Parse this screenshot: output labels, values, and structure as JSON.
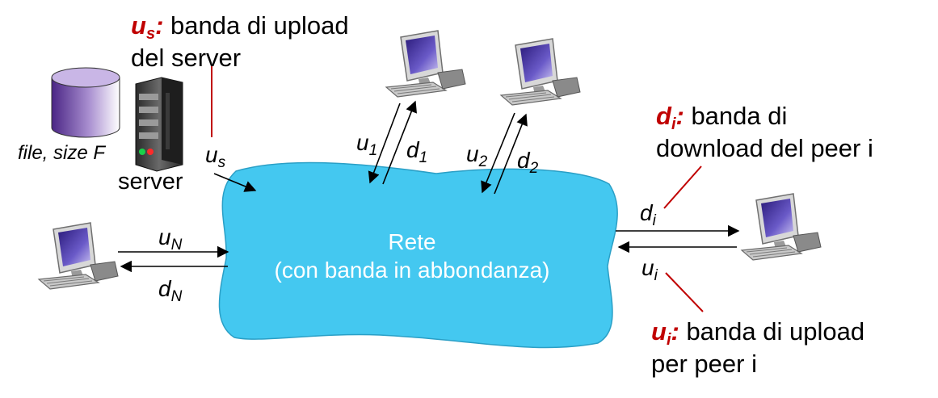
{
  "network": {
    "line1": "Rete",
    "line2": "(con banda in abbondanza)"
  },
  "server": {
    "label": "server",
    "file_label": "file, size F"
  },
  "links": {
    "us": {
      "sym": "u",
      "sub": "s"
    },
    "u1": {
      "sym": "u",
      "sub": "1"
    },
    "d1": {
      "sym": "d",
      "sub": "1"
    },
    "u2": {
      "sym": "u",
      "sub": "2"
    },
    "d2": {
      "sym": "d",
      "sub": "2"
    },
    "uN": {
      "sym": "u",
      "sub": "N"
    },
    "dN": {
      "sym": "d",
      "sub": "N"
    },
    "di": {
      "sym": "d",
      "sub": "i"
    },
    "ui": {
      "sym": "u",
      "sub": "i"
    }
  },
  "annotations": {
    "server_upload": {
      "sym": "u",
      "sub": "s",
      "colon": ":",
      "line1": " banda di upload",
      "line2": "del server"
    },
    "peer_download": {
      "sym": "d",
      "sub": "i",
      "colon": ":",
      "line1": " banda di",
      "line2": "download del peer i"
    },
    "peer_upload": {
      "sym": "u",
      "sub": "i",
      "colon": ":",
      "line1": " banda di upload",
      "line2": "per peer i"
    }
  },
  "colors": {
    "cloud": "#44c8f0",
    "cloud_edge": "#2a9fc6",
    "annotation_key": "#c00000",
    "annotation_line": "#c00000",
    "database": "#6b3fa0",
    "monitor_screen": "#3c2a8c"
  }
}
